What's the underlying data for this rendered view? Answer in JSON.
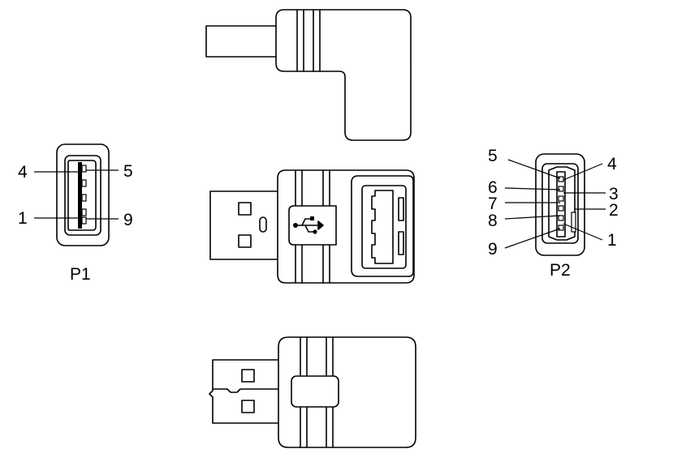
{
  "diagram": {
    "p1": {
      "caption": "P1",
      "pins": [
        {
          "label": "4"
        },
        {
          "label": "5"
        },
        {
          "label": "1"
        },
        {
          "label": "9"
        }
      ]
    },
    "p2": {
      "caption": "P2",
      "pins_left": [
        {
          "label": "5"
        },
        {
          "label": "6"
        },
        {
          "label": "7"
        },
        {
          "label": "8"
        },
        {
          "label": "9"
        }
      ],
      "pins_right": [
        {
          "label": "4"
        },
        {
          "label": "3"
        },
        {
          "label": "2"
        },
        {
          "label": "1"
        }
      ]
    },
    "icons": {
      "usb_symbol": "usb-trident-icon"
    }
  }
}
